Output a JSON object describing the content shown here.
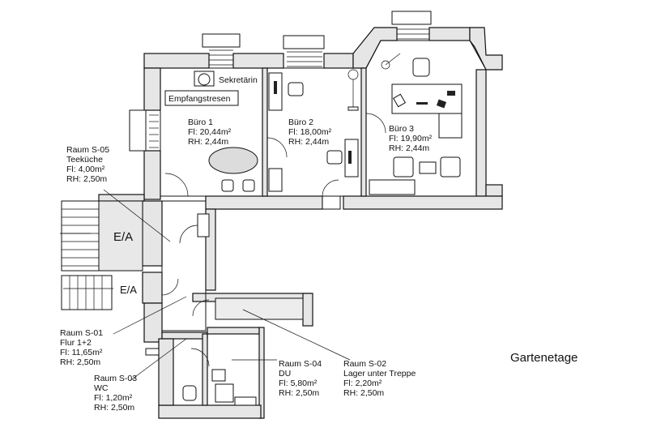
{
  "floor_title": "Gartenetage",
  "rooms": [
    {
      "id": "bro1",
      "lines": [
        "Büro 1",
        "Fl:  20,44m²",
        "RH:  2,44m"
      ]
    },
    {
      "id": "bro2",
      "lines": [
        "Büro 2",
        "Fl:  18,00m²",
        "RH:  2,44m"
      ]
    },
    {
      "id": "bro3",
      "lines": [
        "Büro 3",
        "Fl:  19,90m²",
        "RH:  2,44m"
      ]
    },
    {
      "id": "s05",
      "lines": [
        "Raum S-05",
        "Teeküche",
        "Fl:    4,00m²",
        "RH:  2,50m"
      ]
    },
    {
      "id": "s01",
      "lines": [
        "Raum S-01",
        "Flur 1+2",
        "Fl:   11,65m²",
        "RH:  2,50m"
      ]
    },
    {
      "id": "s03",
      "lines": [
        "Raum S-03",
        "WC",
        "Fl:    1,20m²",
        "RH:  2,50m"
      ]
    },
    {
      "id": "s04",
      "lines": [
        "Raum S-04",
        "DU",
        "Fl:    5,80m²",
        "RH:  2,50m"
      ]
    },
    {
      "id": "s02",
      "lines": [
        "Raum S-02",
        "Lager unter Treppe",
        "Fl:    2,20m²",
        "RH:  2,50m"
      ]
    }
  ],
  "furniture_labels": {
    "sekretaerin": "Sekretärin",
    "empfangstresen": "Empfangstresen"
  },
  "stair_labels": [
    "E/A",
    "E/A"
  ]
}
